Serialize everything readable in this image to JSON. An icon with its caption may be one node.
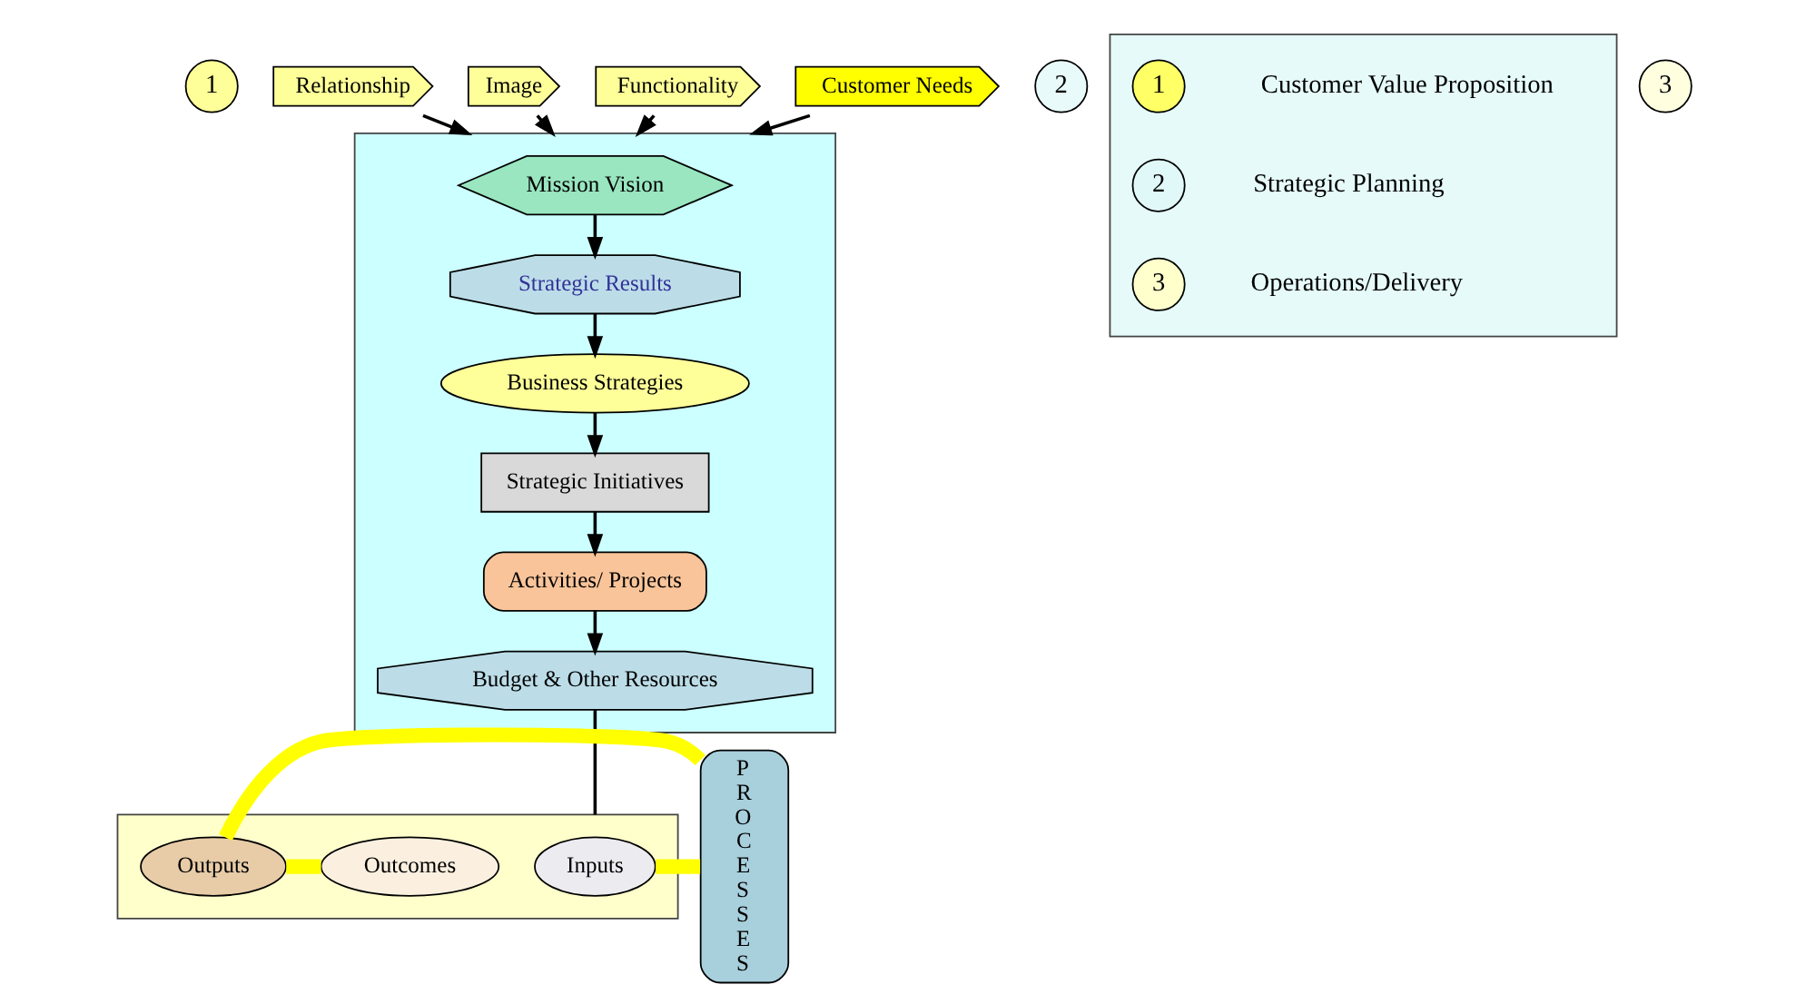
{
  "diagram": {
    "nodes": [
      {
        "text": [
          "1"
        ]
      },
      {
        "text": [
          "Relationship"
        ]
      },
      {
        "text": [
          "Image"
        ]
      },
      {
        "text": [
          "Functionality"
        ]
      },
      {
        "text": [
          "Customer Needs"
        ]
      },
      {
        "text": [],
        "shape": "box"
      },
      {
        "text": [
          "Mission Vision"
        ],
        "in": 5
      },
      {
        "text": [
          "Strategic Results"
        ],
        "in": 5
      },
      {
        "text": [
          "Business Strategies"
        ],
        "in": 5
      },
      {
        "text": [
          "Strategic Initiatives"
        ],
        "in": 5
      },
      {
        "text": [
          "Activities/ Projects"
        ],
        "in": 5
      },
      {
        "text": [
          "Budget & Other Resources"
        ],
        "in": 5
      },
      {
        "text": [
          "2"
        ]
      },
      {
        "text": [],
        "shape": "box"
      },
      {
        "text": [
          "1"
        ],
        "in": 13,
        "beside": [
          "Customer Value Proposition"
        ]
      },
      {
        "text": [
          "2"
        ],
        "in": 13,
        "beside": [
          "Strategic Planning"
        ]
      },
      {
        "text": [
          "3"
        ],
        "in": 13,
        "beside": [
          "Operations/Delivery"
        ]
      },
      {
        "text": [
          "3"
        ]
      },
      {
        "text": [],
        "shape": "box"
      },
      {
        "text": [
          "PROCESSES"
        ]
      },
      {
        "text": [
          "Inputs"
        ],
        "in": 18
      },
      {
        "text": [
          "Outputs"
        ],
        "in": 18
      },
      {
        "text": [
          "Outcomes"
        ],
        "in": 18
      }
    ],
    "edges": [
      {
        "from": 1,
        "to": 5,
        "arrow": "to"
      },
      {
        "from": 2,
        "to": 5,
        "arrow": "to"
      },
      {
        "from": 3,
        "to": 5,
        "arrow": "to"
      },
      {
        "from": 4,
        "to": 5,
        "arrow": "to"
      },
      {
        "from": 6,
        "to": 7,
        "arrow": "to"
      },
      {
        "from": 7,
        "to": 8,
        "arrow": "to"
      },
      {
        "from": 8,
        "to": 9,
        "arrow": "to"
      },
      {
        "from": 9,
        "to": 10,
        "arrow": "to"
      },
      {
        "from": 10,
        "to": 11,
        "arrow": "to"
      },
      {
        "from": 11,
        "to": 18,
        "arrow": "none"
      },
      {
        "from": 20,
        "to": 19,
        "arrow": "none",
        "style": "thick",
        "color": "#ffff00"
      },
      {
        "from": 19,
        "to": 21,
        "arrow": "none",
        "style": "thick",
        "color": "#ffff00"
      },
      {
        "from": 21,
        "to": 22,
        "arrow": "none",
        "style": "thick",
        "color": "#ffff00"
      }
    ]
  }
}
